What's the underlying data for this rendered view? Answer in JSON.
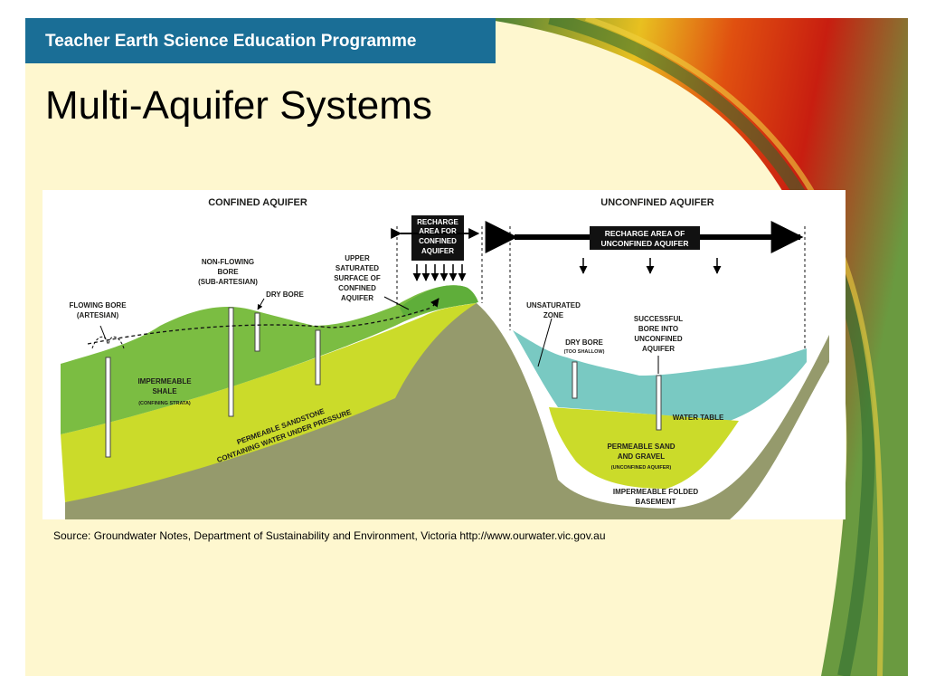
{
  "header": {
    "programme": "Teacher Earth Science Education Programme"
  },
  "title": "Multi-Aquifer Systems",
  "diagram": {
    "confined_title": "CONFINED AQUIFER",
    "unconfined_title": "UNCONFINED AQUIFER",
    "recharge_confined": [
      "RECHARGE",
      "AREA FOR",
      "CONFINED",
      "AQUIFER"
    ],
    "recharge_unconfined": [
      "RECHARGE AREA OF",
      "UNCONFINED AQUIFER"
    ],
    "flowing_bore": [
      "FLOWING BORE",
      "(ARTESIAN)"
    ],
    "non_flowing_bore": [
      "NON-FLOWING",
      "BORE",
      "(SUB-ARTESIAN)"
    ],
    "dry_bore_left": "DRY BORE",
    "upper_saturated": [
      "UPPER",
      "SATURATED",
      "SURFACE OF",
      "CONFINED",
      "AQUIFER"
    ],
    "impermeable_shale": [
      "IMPERMEABLE",
      "SHALE"
    ],
    "confining_strata": "(CONFINING STRATA)",
    "sandstone": [
      "PERMEABLE SANDSTONE",
      "CONTAINING WATER UNDER PRESSURE"
    ],
    "unsaturated_zone": [
      "UNSATURATED",
      "ZONE"
    ],
    "dry_bore_right": "DRY BORE",
    "too_shallow": "(TOO SHALLOW)",
    "successful_bore": [
      "SUCCESSFUL",
      "BORE INTO",
      "UNCONFINED",
      "AQUIFER"
    ],
    "water_table": "WATER TABLE",
    "sand_gravel": [
      "PERMEABLE SAND",
      "AND GRAVEL"
    ],
    "unconfined_aquifer_note": "(UNCONFINED AQUIFER)",
    "basement": [
      "IMPERMEABLE FOLDED",
      "BASEMENT"
    ]
  },
  "source": "Source:  Groundwater Notes, Department of Sustainability and Environment, Victoria http://www.ourwater.vic.gov.au",
  "colors": {
    "header": "#1a6e96",
    "background": "#fef7cf",
    "shale": "#7bbd42",
    "sandstone": "#cbdb2a",
    "basement": "#959a6c",
    "water": "#79c9c2"
  }
}
